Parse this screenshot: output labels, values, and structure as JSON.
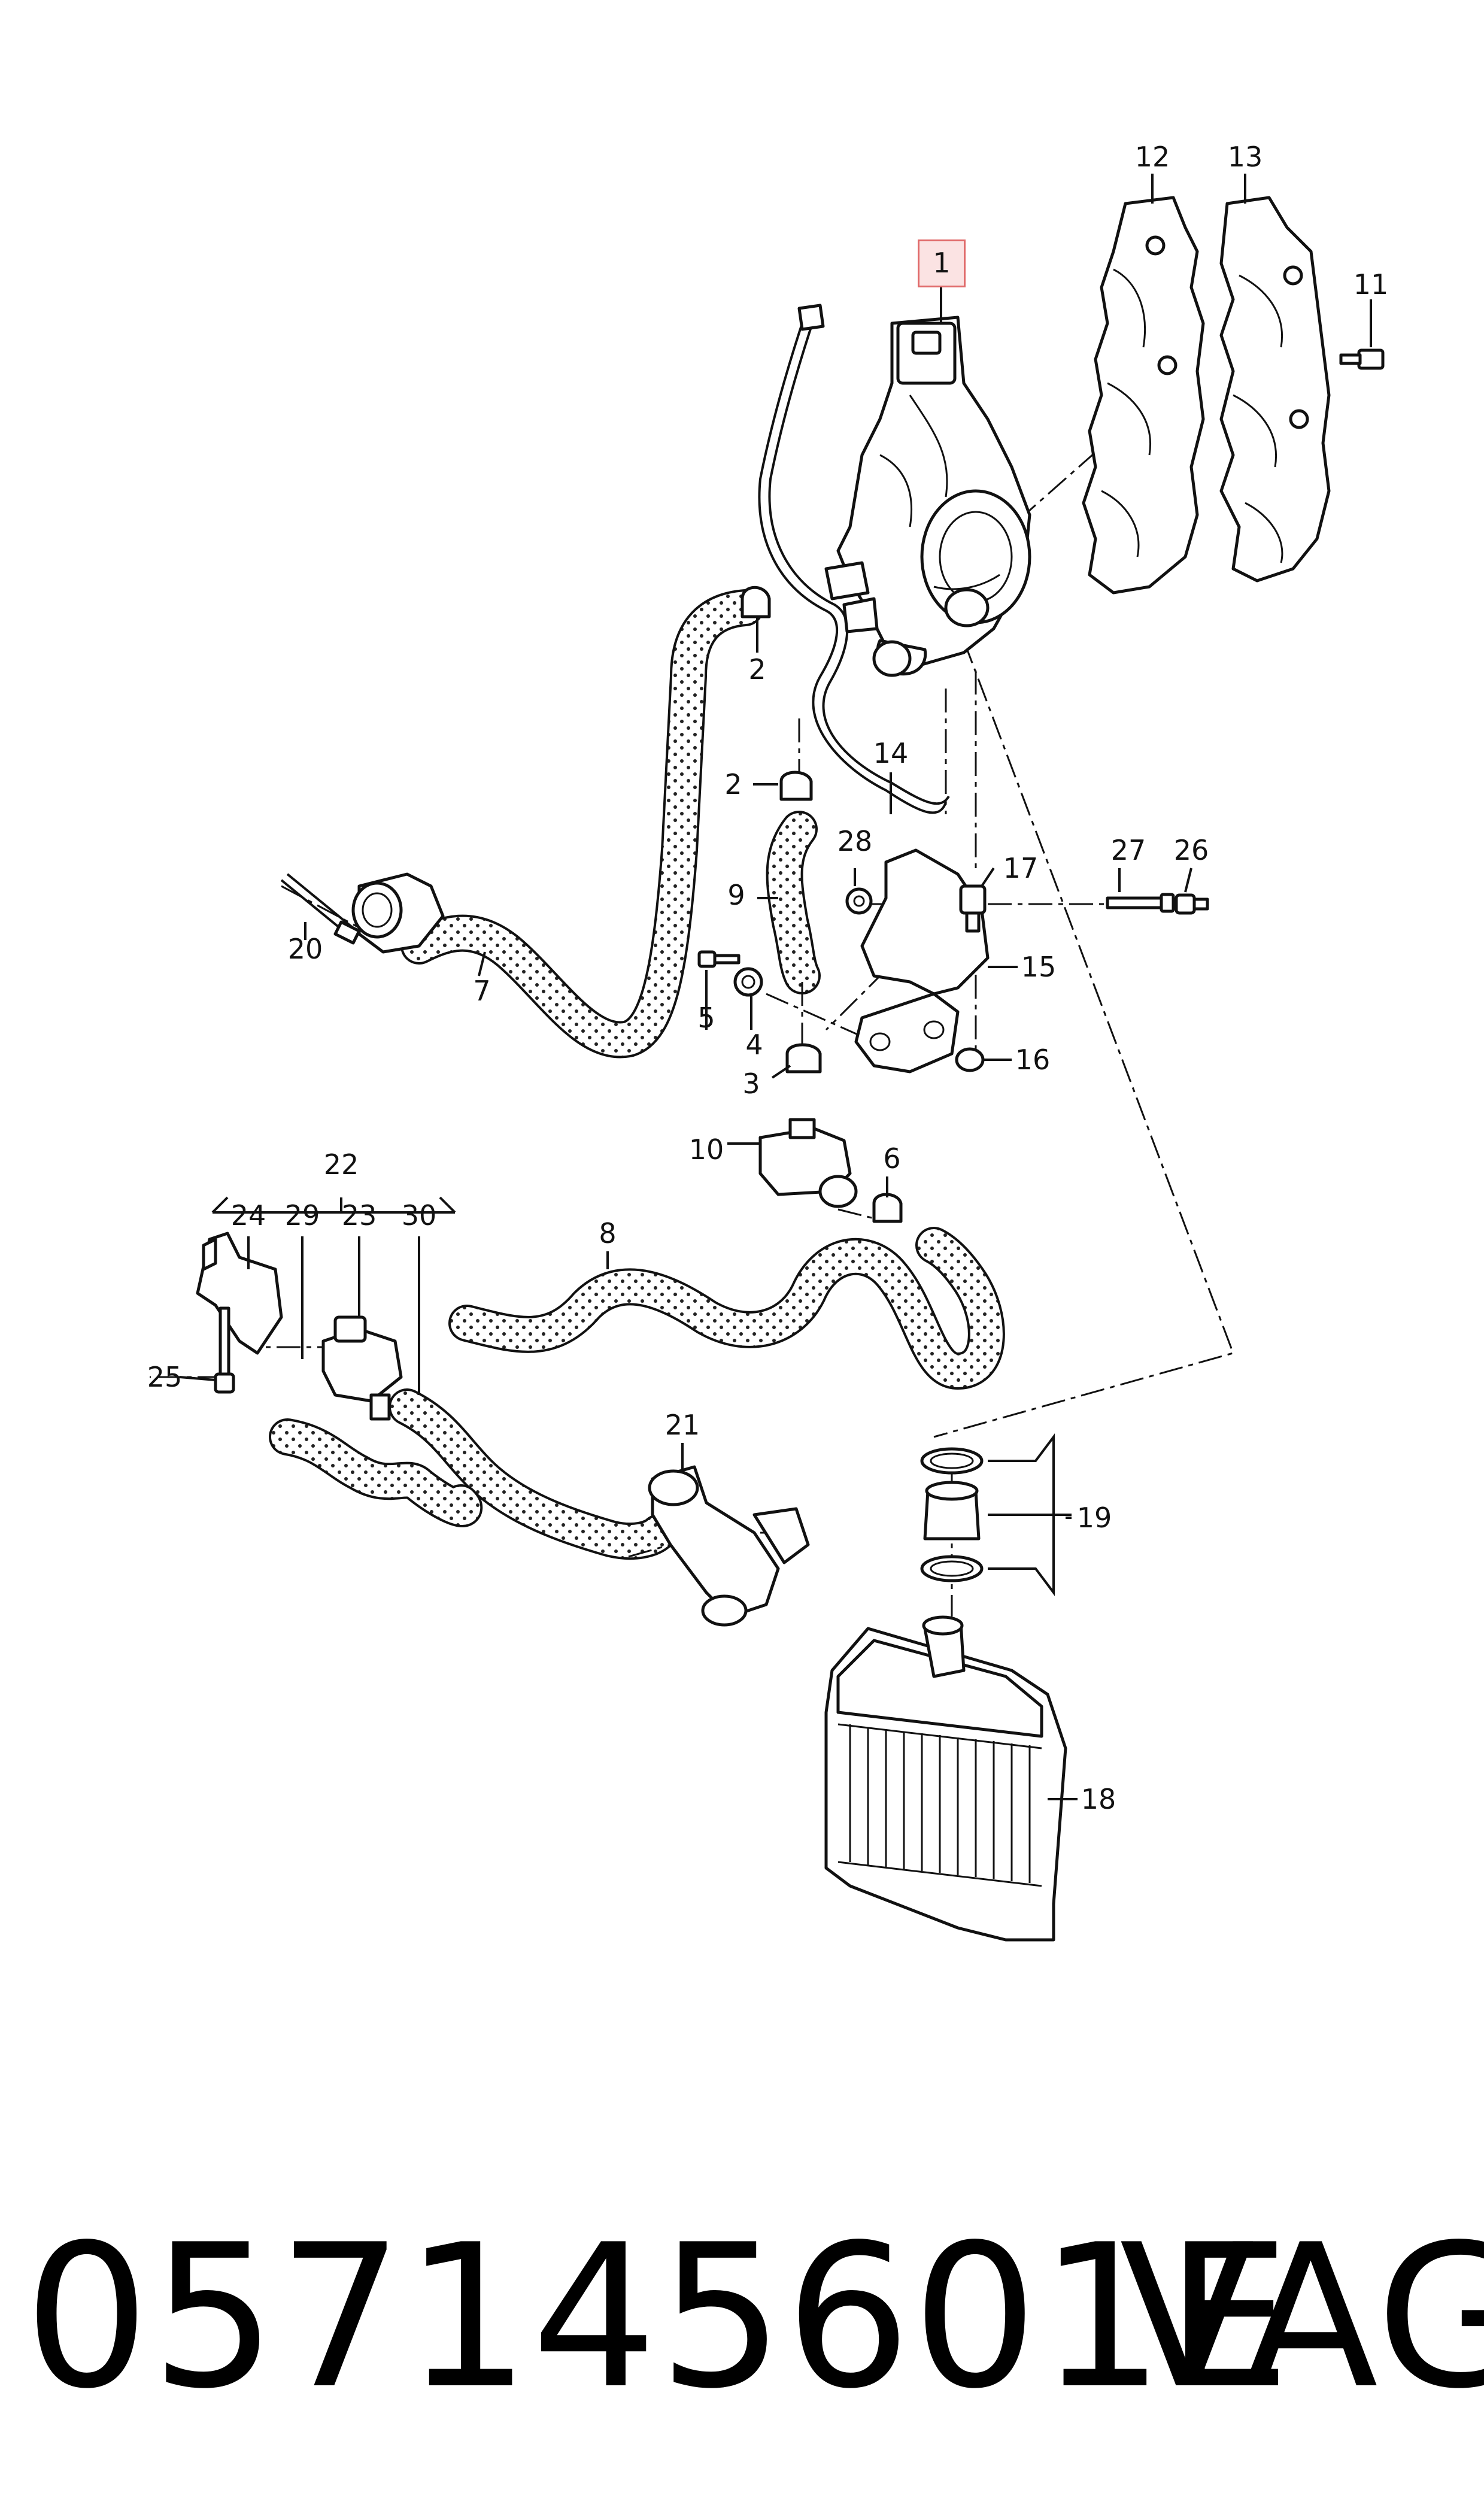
{
  "callouts": {
    "c1": "1",
    "c2a": "2",
    "c2b": "2",
    "c3": "3",
    "c4": "4",
    "c5": "5",
    "c6": "6",
    "c7": "7",
    "c8": "8",
    "c9": "9",
    "c10": "10",
    "c11": "11",
    "c12": "12",
    "c13": "13",
    "c14": "14",
    "c15": "15",
    "c16": "16",
    "c17": "17",
    "c18": "18",
    "c19": "19",
    "c20": "20",
    "c21": "21",
    "c22": "22",
    "c23": "23",
    "c24": "24",
    "c25": "25",
    "c26": "26",
    "c27": "27",
    "c28": "28",
    "c29": "29",
    "c30": "30"
  },
  "highlighted_callout": "1",
  "footer": {
    "part_number": "057145601E",
    "brand": "VAG"
  },
  "colors": {
    "highlight_fill": "#fbe3e3",
    "highlight_border": "#e06b6b",
    "line": "#111111"
  }
}
